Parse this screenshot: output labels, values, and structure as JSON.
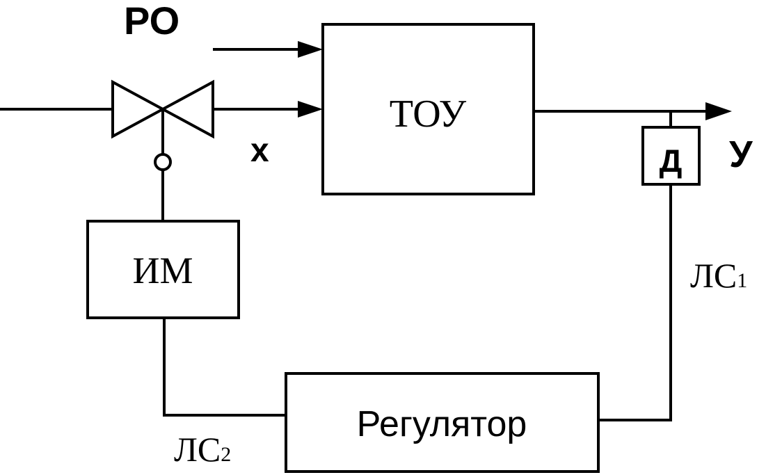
{
  "diagram": {
    "labels": {
      "ro": "РО",
      "x": "x",
      "y": "У",
      "tou": "ТОУ",
      "im": "ИМ",
      "d": "Д",
      "regulator": "Регулятор",
      "ls1_base": "ЛС",
      "ls1_sub": "1",
      "ls2_base": "ЛС",
      "ls2_sub": "2"
    }
  }
}
